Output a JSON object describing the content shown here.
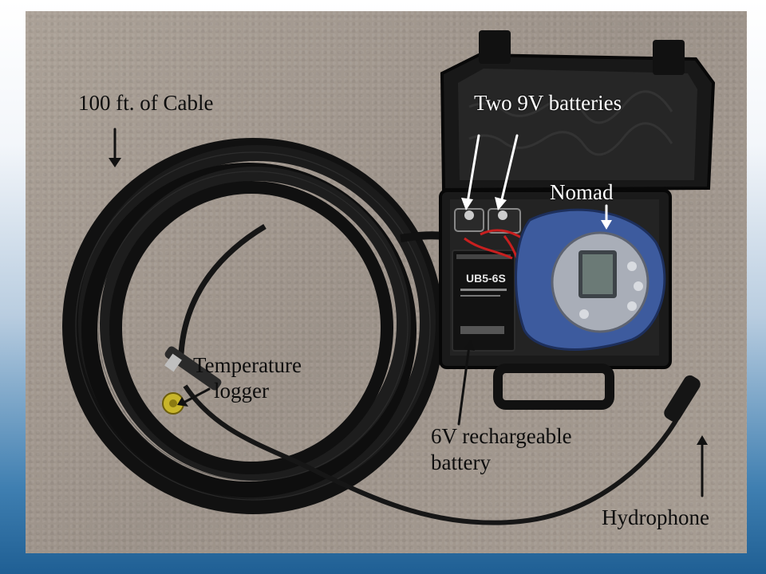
{
  "labels": {
    "cable": "100 ft. of Cable",
    "batteries_9v": "Two 9V batteries",
    "nomad": "Nomad",
    "temperature_logger_line1": "Temperature",
    "temperature_logger_line2": "logger",
    "battery_6v_line1": "6V rechargeable",
    "battery_6v_line2": "battery",
    "hydrophone": "Hydrophone"
  },
  "device_text": {
    "battery_model": "UB5-6S"
  }
}
